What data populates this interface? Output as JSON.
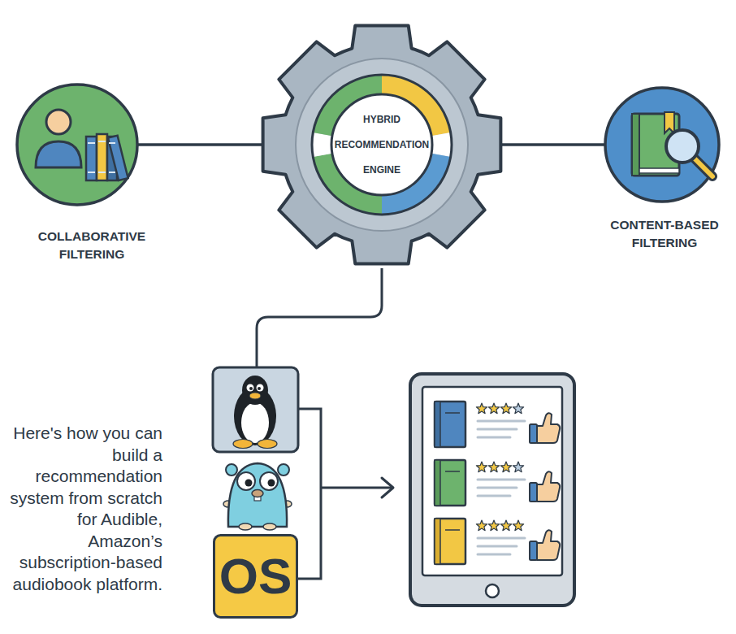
{
  "diagram": {
    "nodes": [
      {
        "text": [
          "COLLABORATIVE FILTERING"
        ]
      },
      {
        "text": [
          "HYBRID RECOMMENDATION ENGINE"
        ]
      },
      {
        "text": [
          "CONTENT-BASED FILTERING"
        ]
      },
      {
        "text": [
          "OS"
        ]
      }
    ],
    "edges": [
      {
        "from": 0,
        "to": 1,
        "arrow": "none"
      },
      {
        "from": 1,
        "to": 2,
        "arrow": "none"
      }
    ],
    "labels": [
      "Here's how you can build a recommendation system from scratch for Audible, Amazon’s subscription-based audiobook platform."
    ]
  }
}
